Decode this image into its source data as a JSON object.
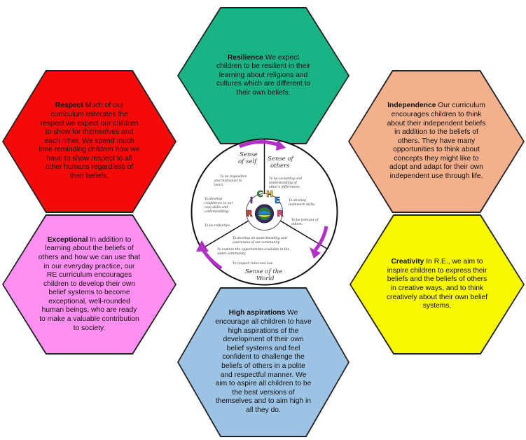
{
  "hexagons": {
    "resilience": {
      "title": "Resilience",
      "body": " We expect children to be resilient in their learning about religions and cultures which are different to their own beliefs.",
      "color": "#19b385"
    },
    "respect": {
      "title": "Respect",
      "body": " Much of our curriculum reiterates the respect we expect our children to show for themselves and each other. We spend much time reminding children how we have to show respect to all other humans regardless of their beliefs.",
      "color": "#f40a08"
    },
    "independence": {
      "title": "Independence",
      "body": " Our curriculum encourages children to think about their independent beliefs in addition to the beliefs of others. They have many opportunities to think about concepts they might like to adopt and adapt for their own independent use through life.",
      "color": "#f3b08d"
    },
    "exceptional": {
      "title": "Exceptional",
      "body": " In addition to learning about the beliefs of others and how we can use that in our everyday practice, our RE curriculum encourages children to develop their own belief systems to become exceptional, well-rounded human beings, who are ready to make a valuable contribution to society.",
      "color": "#ff90f2"
    },
    "creativity": {
      "title": "Creativity",
      "body": " In R.E., we aim to inspire children to express their beliefs and the beliefs of others in creative ways, and to think creatively about their own belief systems.",
      "color": "#f7f700"
    },
    "high_aspirations": {
      "title": "High aspirations",
      "body": " We encourage all children to have high aspirations of the development of their own belief systems and feel confident to challenge the beliefs of others in a polite and respectful manner. We aim to aspire all children to be the best versions of themselves and to aim high in all they do.",
      "color": "#9dc3e4"
    }
  },
  "wheel": {
    "sense_of_self": [
      "Sense",
      "of self"
    ],
    "sense_of_others": [
      "Sense of",
      "others"
    ],
    "sense_of_world": [
      "Sense of the",
      "World"
    ],
    "self_items": [
      [
        "To be inquisitive",
        "and motivated to",
        "learn."
      ],
      [
        "To develop",
        "confidence in our",
        "own skills and",
        "understanding."
      ],
      [
        "To be reflective."
      ]
    ],
    "others_items": [
      [
        "To be accepting and",
        "understanding of",
        "other's differences."
      ],
      [
        "To develop",
        "teamwork skills."
      ],
      [
        "To be tolerant of",
        "others."
      ]
    ],
    "world_items": [
      [
        "To develop an understanding and",
        "awareness of our community"
      ],
      [
        "To explore the opportunities available in the",
        "wider community"
      ],
      [
        "To respect rules and law"
      ]
    ],
    "richer_letters": [
      "R",
      "I",
      "C",
      "H",
      "E",
      "R"
    ],
    "richer_colors": [
      "#e53935",
      "#8e24aa",
      "#43a047",
      "#fbc02d",
      "#1e88e5",
      "#ec407a"
    ],
    "arrow_color": "#b32fc7"
  }
}
